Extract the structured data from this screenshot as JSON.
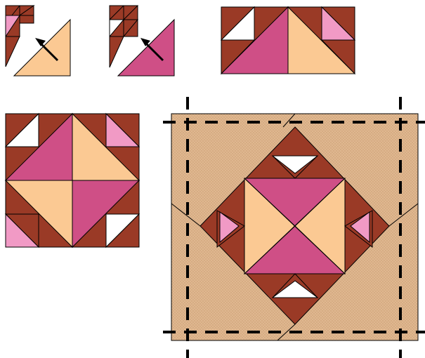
{
  "colors": {
    "brown": "#9a3a26",
    "pink": "#cf4f86",
    "peach": "#fbc993",
    "light_pink": "#f19ac5",
    "white": "#ffffff",
    "background_tan": "#dfb790",
    "outline": "#000000"
  },
  "diagram": {
    "steps": [
      {
        "name": "half-square-unit-peach",
        "arrow": "pointing-to-corner"
      },
      {
        "name": "half-square-unit-pink",
        "arrow": "pointing-to-corner"
      },
      {
        "name": "flying-geese-strip"
      },
      {
        "name": "center-block"
      },
      {
        "name": "finished-block-on-point",
        "cut_lines": "dashed"
      }
    ]
  }
}
